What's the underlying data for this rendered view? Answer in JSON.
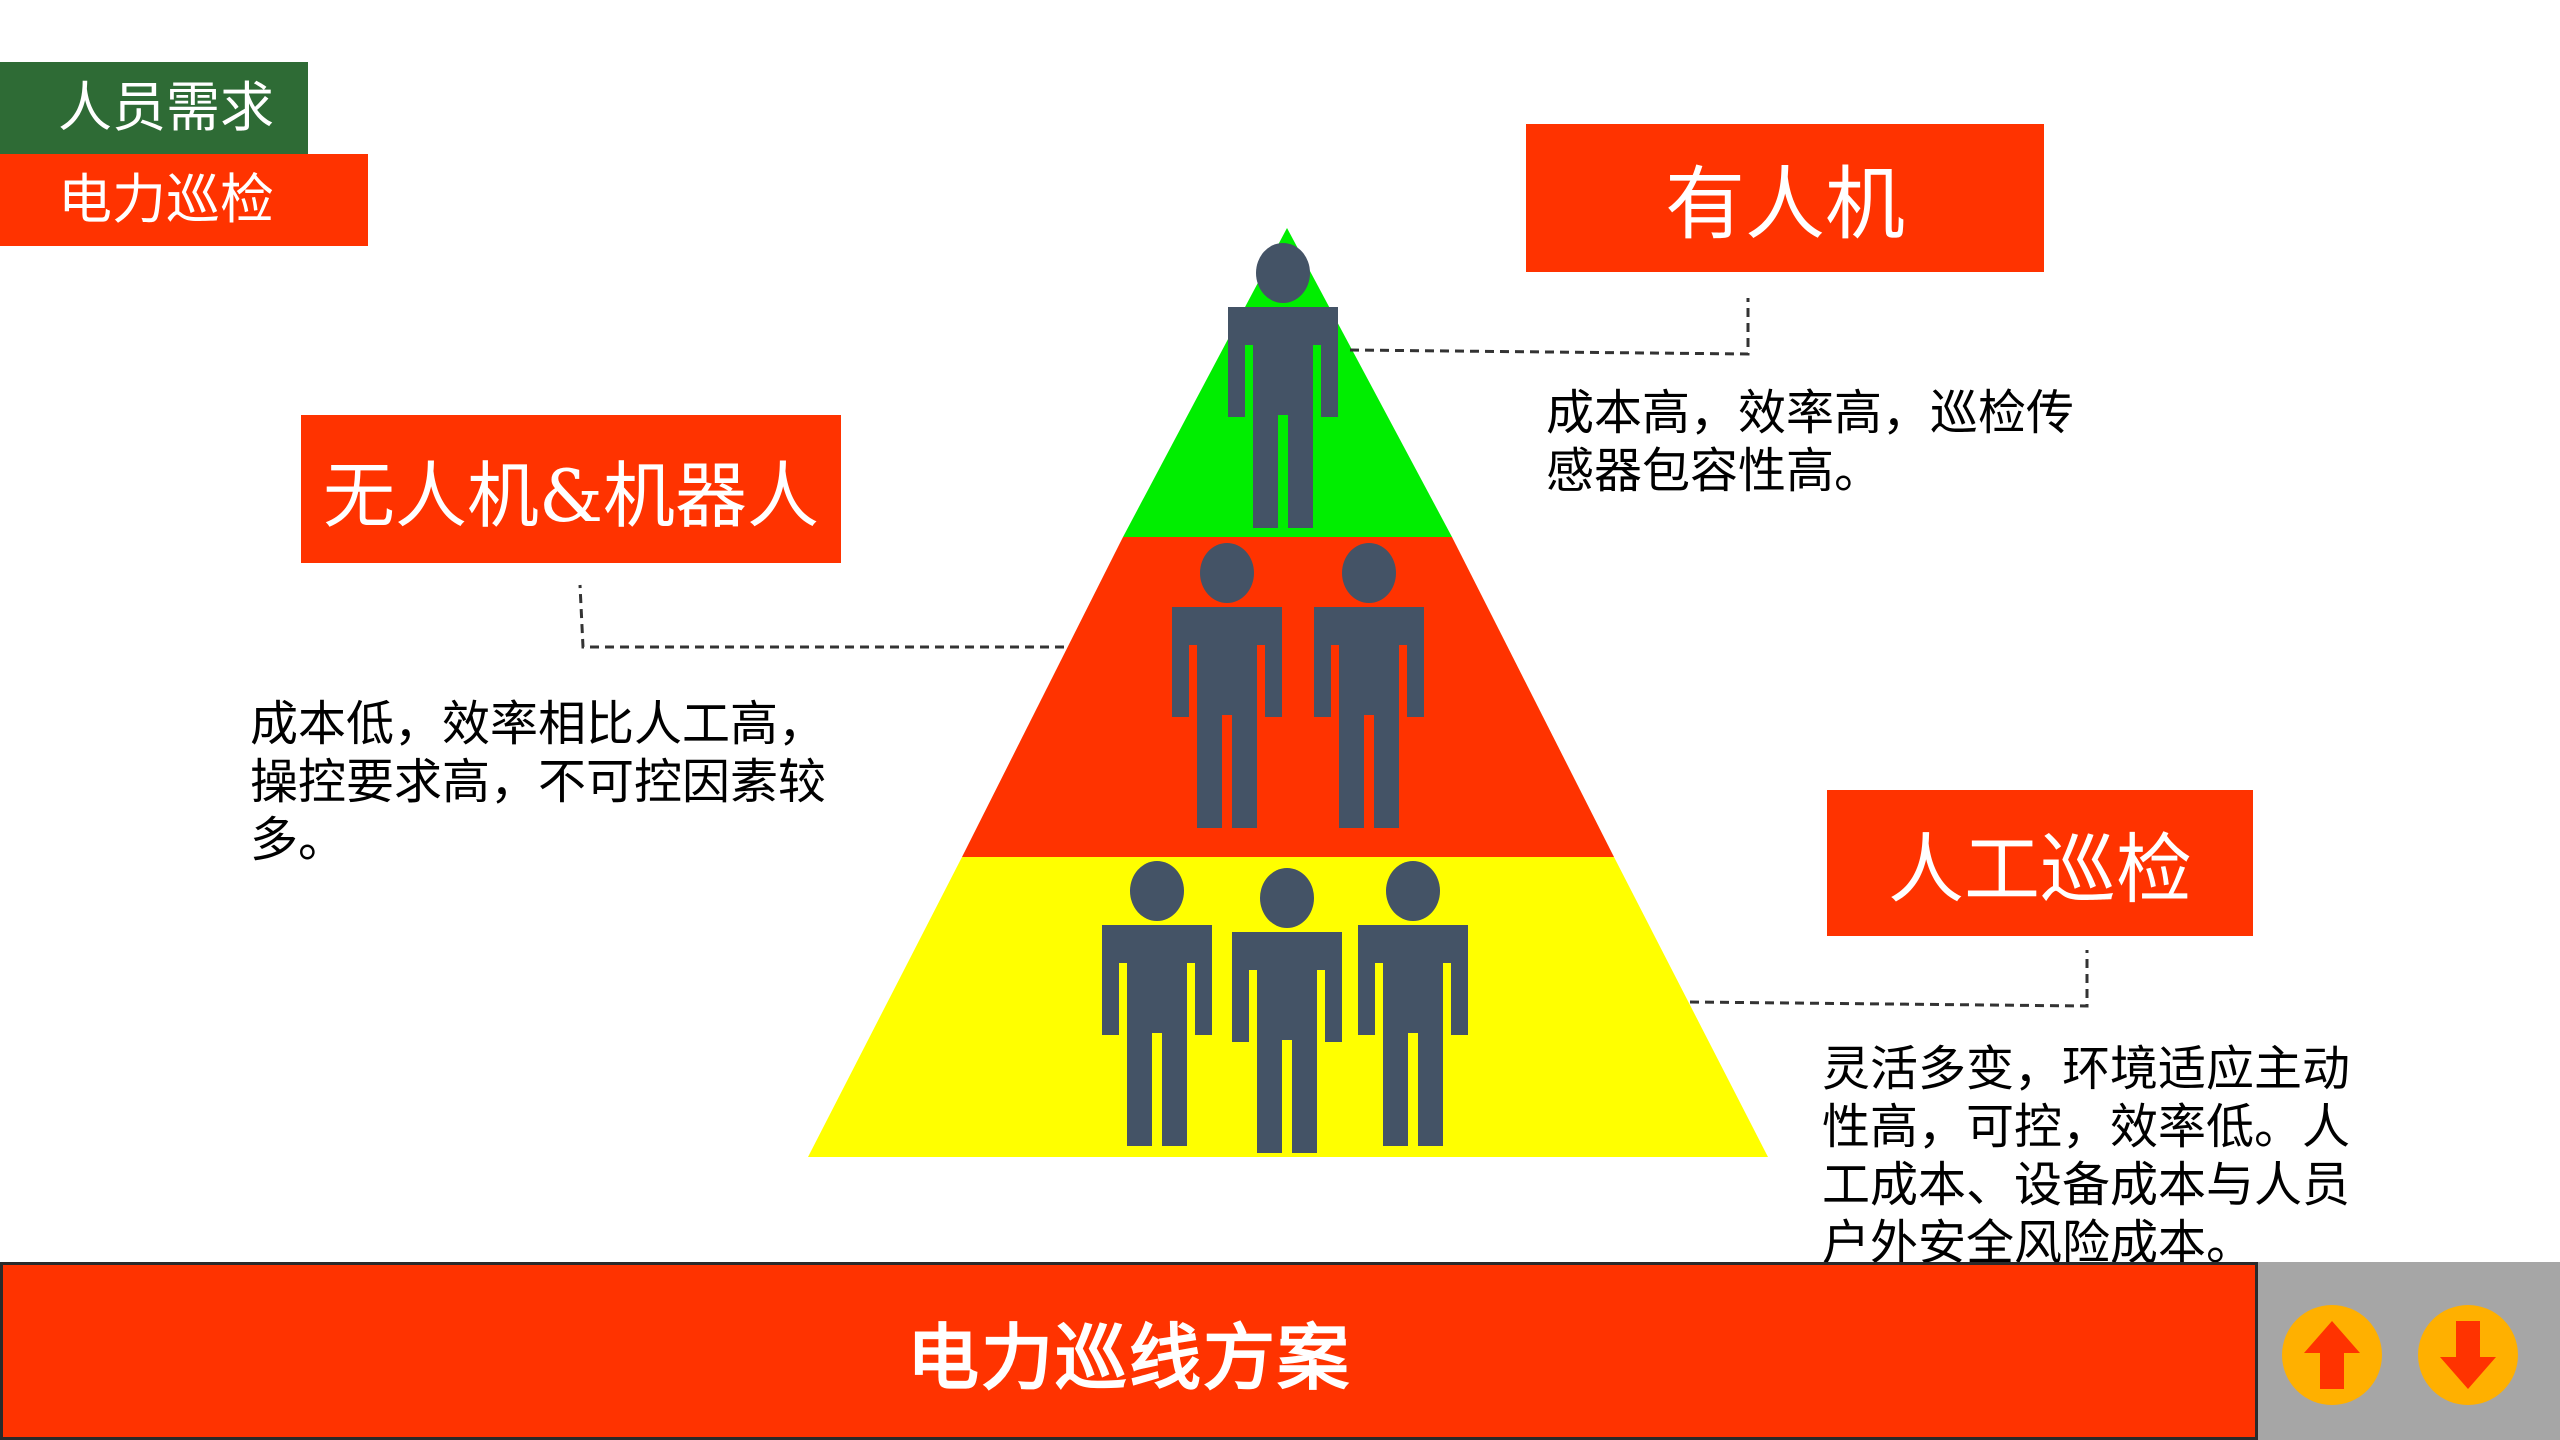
{
  "tags": {
    "section": "人员需求",
    "topic": "电力巡检"
  },
  "tiers": {
    "manned": {
      "label": "有人机",
      "description": "成本高，效率高，巡检传感器包容性高。",
      "color": "#00ee00"
    },
    "drone": {
      "label": "无人机&机器人",
      "description": "成本低，效率相比人工高，操控要求高，不可控因素较多。",
      "color": "#ff3300"
    },
    "manual": {
      "label": "人工巡检",
      "description": "灵活多变，环境适应主动性高，可控，效率低。人工成本、设备成本与人员户外安全风险成本。",
      "color": "#ffff00"
    }
  },
  "footer": {
    "title": "电力巡线方案",
    "nav": {
      "up_icon": "arrow-up-icon",
      "down_icon": "arrow-down-icon",
      "button_color": "#ffb000",
      "arrow_color": "#ff3300"
    }
  },
  "colors": {
    "accent_red": "#ff3300",
    "accent_green": "#2e6b35",
    "figure": "#445366"
  }
}
